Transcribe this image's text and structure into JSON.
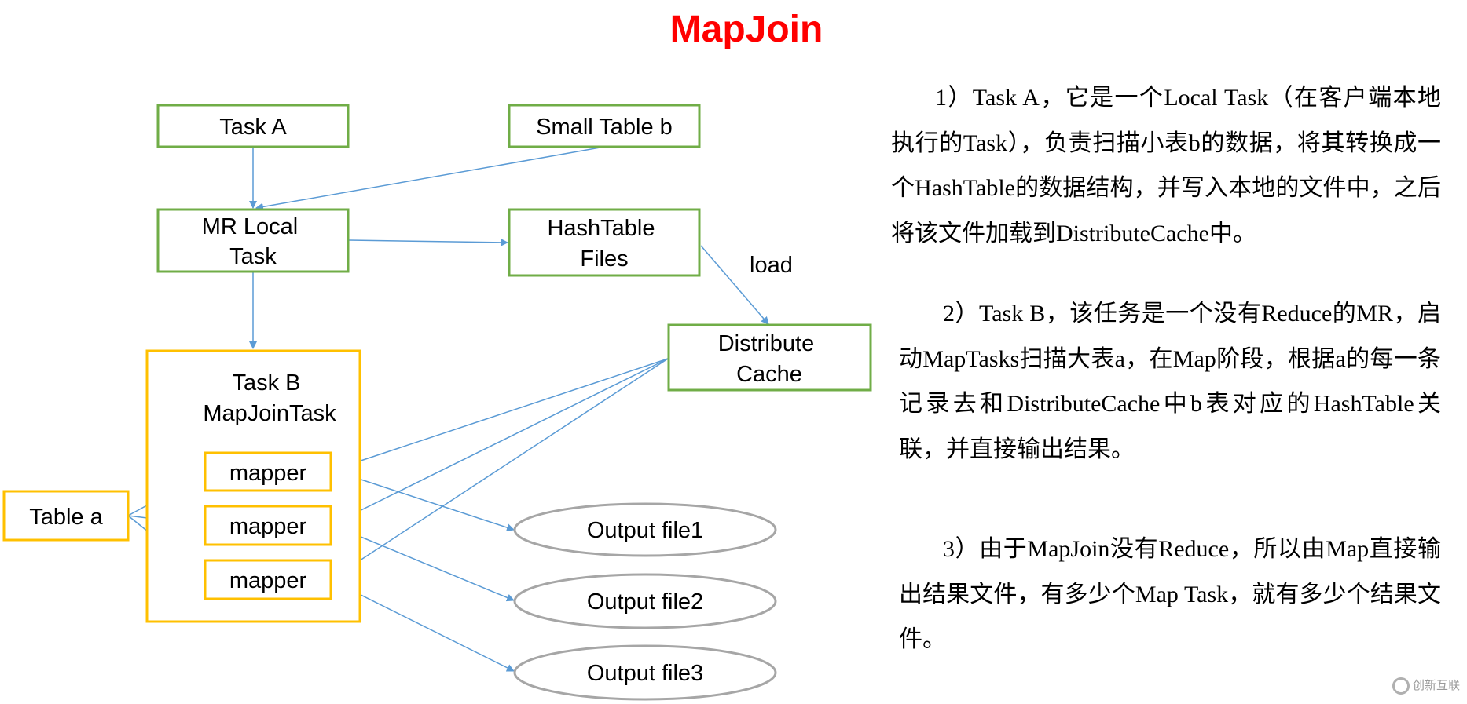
{
  "title": "MapJoin",
  "colors": {
    "title": "#ff0000",
    "green_box": "#70ad47",
    "yellow_box": "#ffc000",
    "ellipse": "#a6a6a6",
    "arrow": "#5b9bd5"
  },
  "nodes": {
    "task_a": [
      "Task A"
    ],
    "small_table_b": [
      "Small Table b"
    ],
    "mr_local_task": [
      "MR Local",
      "Task"
    ],
    "hashtable_files": [
      "HashTable",
      "Files"
    ],
    "distribute_cache": [
      "Distribute",
      "Cache"
    ],
    "task_b": [
      "Task B",
      "MapJoinTask"
    ],
    "mapper_1": [
      "mapper"
    ],
    "mapper_2": [
      "mapper"
    ],
    "mapper_3": [
      "mapper"
    ],
    "table_a": [
      "Table a"
    ],
    "output_file1": [
      "Output file1"
    ],
    "output_file2": [
      "Output file2"
    ],
    "output_file3": [
      "Output file3"
    ]
  },
  "edge_labels": {
    "load": "load"
  },
  "notes": [
    "1）Task A，它是一个Local Task（在客户端本地执行的Task），负责扫描小表b的数据，将其转换成一个HashTable的数据结构，并写入本地的文件中，之后将该文件加载到DistributeCache中。",
    "2）Task B，该任务是一个没有Reduce的MR，启动MapTasks扫描大表a，在Map阶段，根据a的每一条记录去和DistributeCache中b表对应的HashTable关联，并直接输出结果。",
    "3）由于MapJoin没有Reduce，所以由Map直接输出结果文件，有多少个Map Task，就有多少个结果文件。"
  ],
  "watermark": "创新互联"
}
